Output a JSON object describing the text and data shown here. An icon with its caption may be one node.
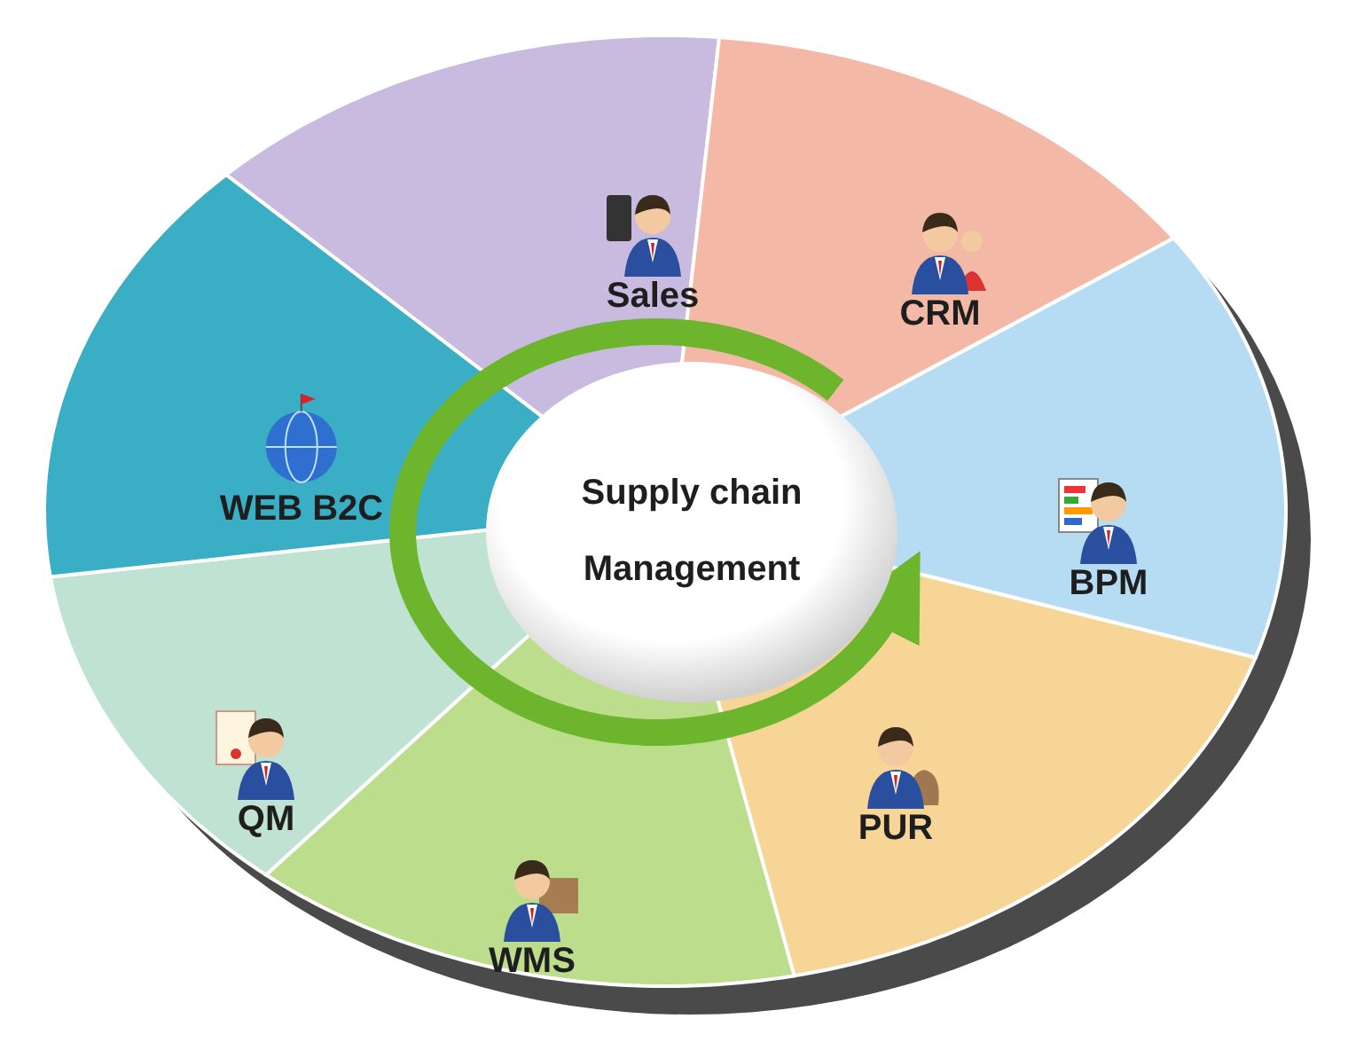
{
  "diagram": {
    "nodes": [
      {
        "text": [
          "Supply chain Management"
        ]
      },
      {
        "text": [
          "Sales"
        ]
      },
      {
        "text": [
          "CRM"
        ]
      },
      {
        "text": [
          "BPM"
        ]
      },
      {
        "text": [
          "PUR"
        ]
      },
      {
        "text": [
          "WMS"
        ]
      },
      {
        "text": [
          "QM"
        ]
      },
      {
        "text": [
          "WEB B2C"
        ]
      }
    ]
  }
}
